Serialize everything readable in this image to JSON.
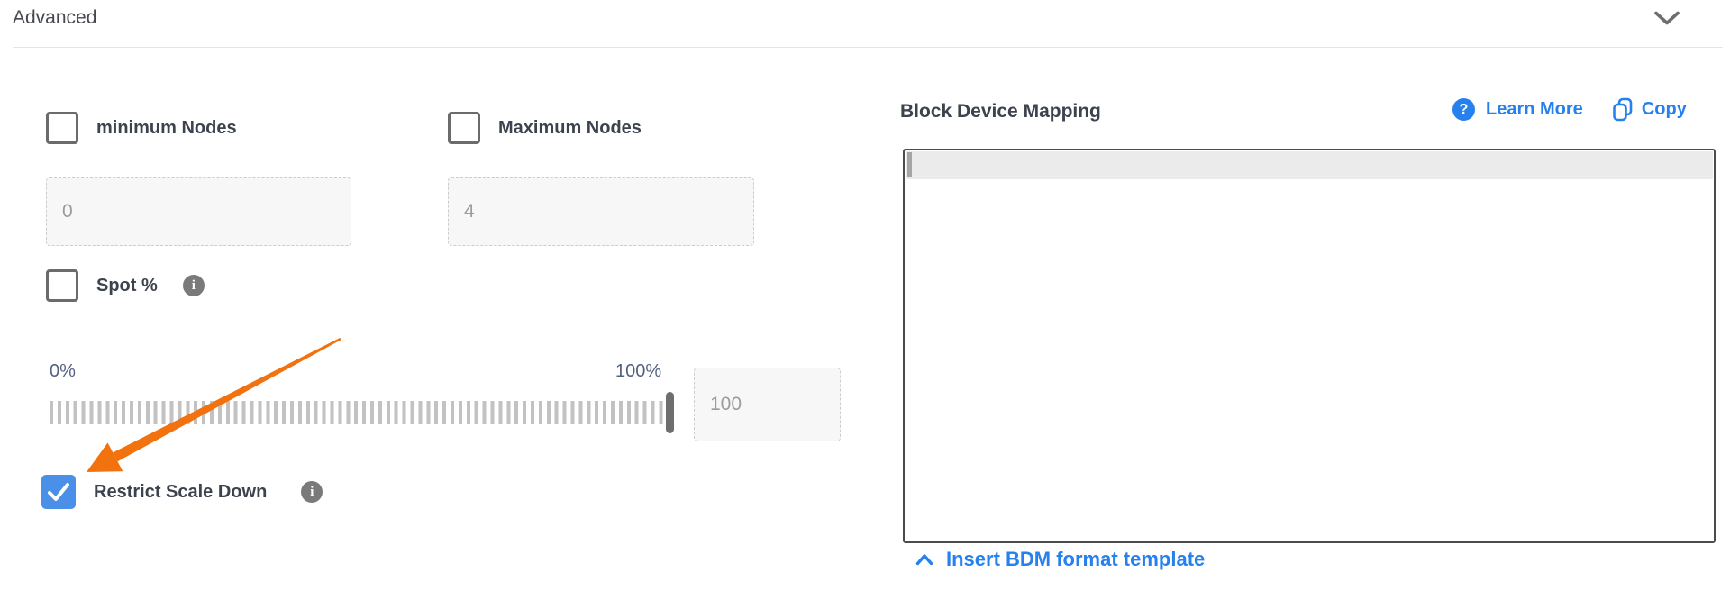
{
  "header": {
    "title": "Advanced"
  },
  "icons": {
    "info_glyph": "i",
    "help_glyph": "?"
  },
  "form": {
    "min_nodes": {
      "label": "minimum Nodes",
      "checked": false,
      "value": "0"
    },
    "max_nodes": {
      "label": "Maximum Nodes",
      "checked": false,
      "value": "4"
    },
    "spot": {
      "label": "Spot %",
      "checked": false
    },
    "slider": {
      "min_label": "0%",
      "max_label": "100%",
      "value": "100",
      "position_percent": 100
    },
    "restrict_scale_down": {
      "label": "Restrict Scale Down",
      "checked": true
    }
  },
  "bdm": {
    "title": "Block Device Mapping",
    "learn_more": "Learn More",
    "copy": "Copy",
    "editor_value": "",
    "insert_template": "Insert BDM format template"
  },
  "colors": {
    "link_blue": "#2680ed",
    "checkbox_checked_blue": "#4a90e8",
    "annotation_arrow_orange": "#f1720e",
    "slider_label_slate": "#536180",
    "label_dark": "#3d434e"
  }
}
